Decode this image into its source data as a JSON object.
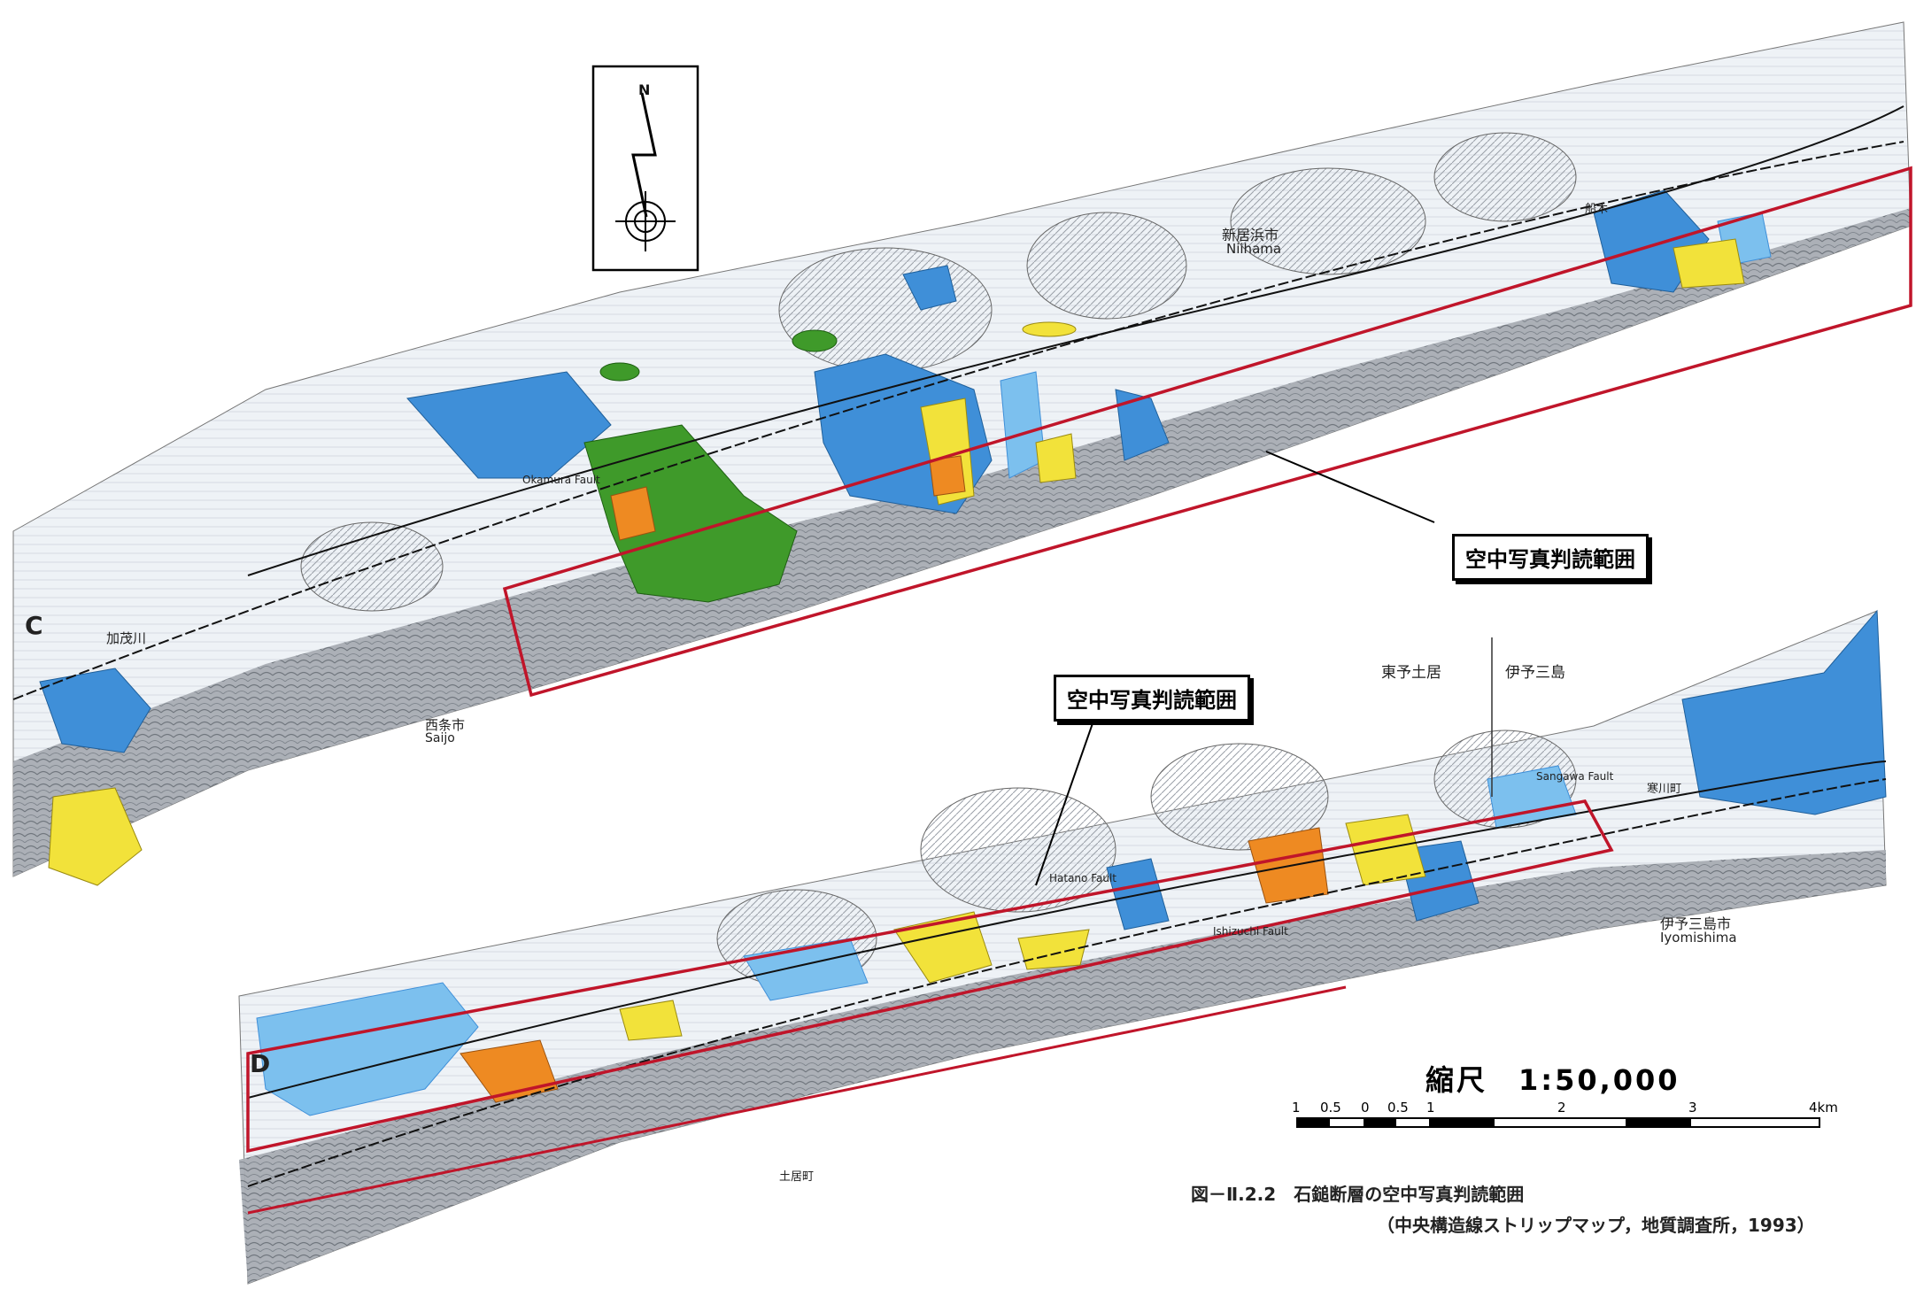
{
  "north_arrow": {
    "letter": "N"
  },
  "panels": {
    "c": {
      "letter": "C"
    },
    "d": {
      "letter": "D"
    }
  },
  "callouts": {
    "upper": "空中写真判読範囲",
    "lower": "空中写真判読範囲"
  },
  "places": {
    "niihama_jp": "新居浜市",
    "niihama_en": "Niihama",
    "saijo_jp": "西条市",
    "saijo_en": "Saijo",
    "iyomishima_jp": "伊予三島市",
    "iyomishima_en": "Iyomishima",
    "toyo_doi": "東予土居",
    "iyo_mishima": "伊予三島",
    "sangawa_fault": "Sangawa Fault",
    "hatano_fault": "Hatano Fault",
    "ishizuchi_fault": "Ishizuchi Fault",
    "okamura_fault": "Okamura Fault",
    "kamogawa": "加茂川",
    "funaki": "船木",
    "doi": "土居町",
    "kokawa": "寒川町"
  },
  "scale": {
    "title": "縮尺　1:50,000",
    "ticks": [
      "1",
      "0.5",
      "0",
      "0.5",
      "1",
      "2",
      "3",
      "4km"
    ]
  },
  "caption": {
    "line1": "図－Ⅱ.2.2　石鎚断層の空中写真判読範囲",
    "line2": "（中央構造線ストリップマップ，地質調査所，1993）"
  },
  "colors": {
    "blue": "#3f8fd8",
    "light_blue": "#7cc0ee",
    "yellow": "#f2e23a",
    "orange": "#ee8a22",
    "green": "#3f9a2a",
    "red_line": "#c0152a",
    "grey_relief": "#8a8f96"
  }
}
